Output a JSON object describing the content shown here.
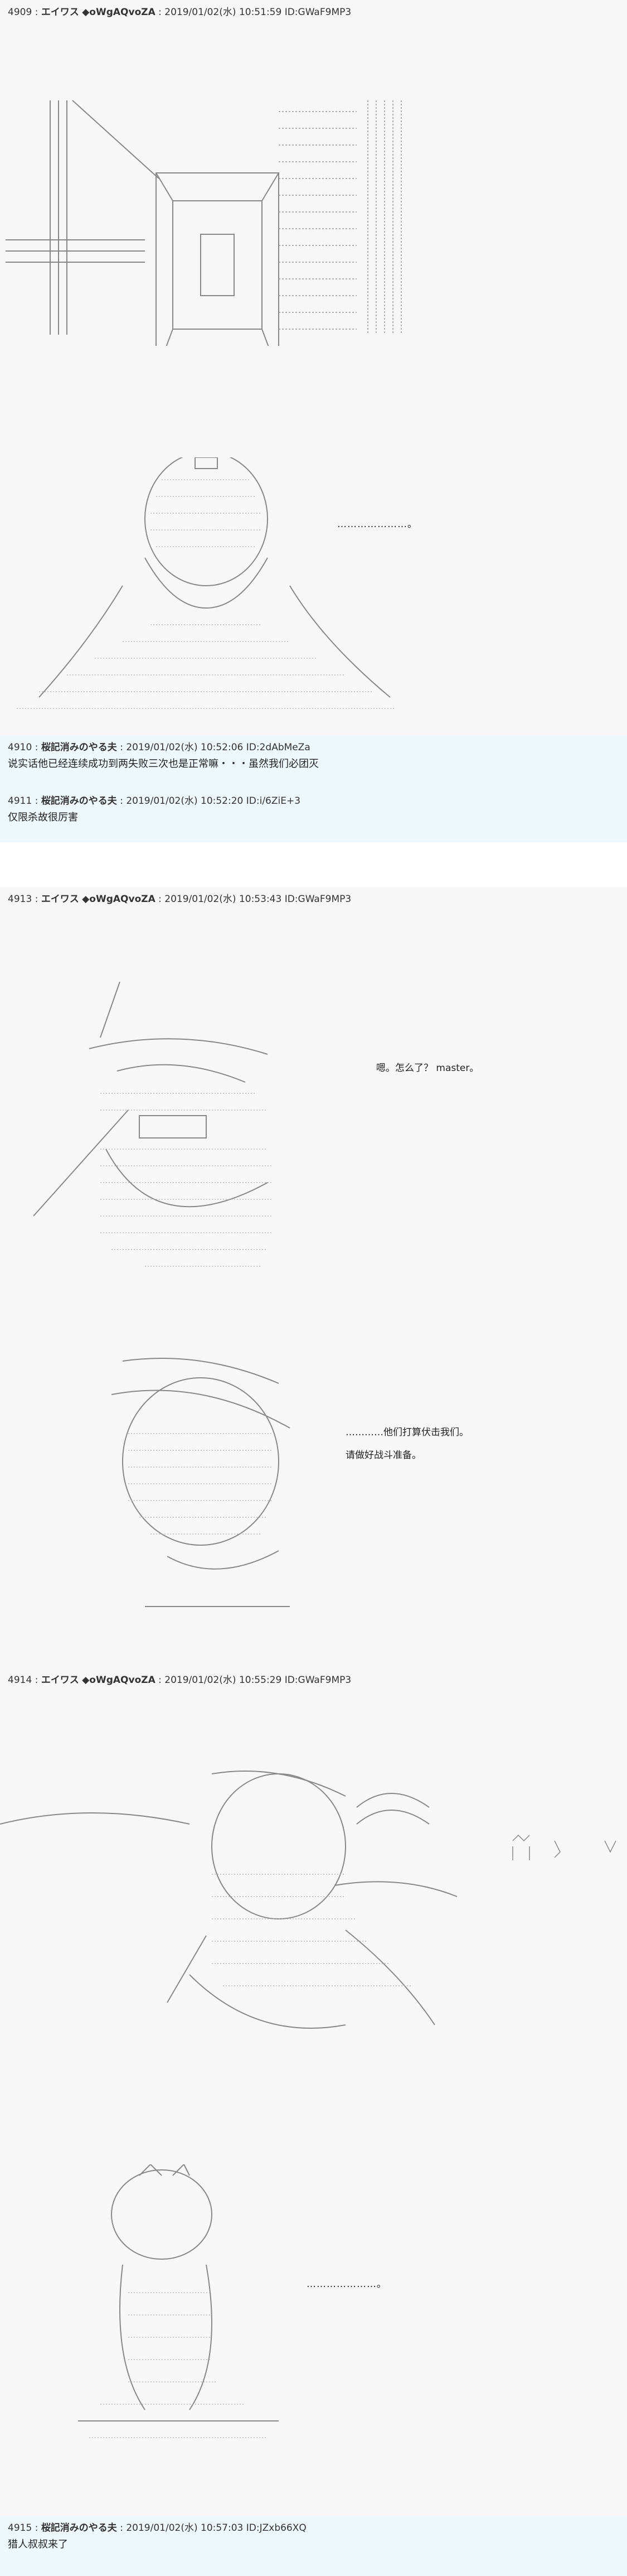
{
  "posts": [
    {
      "num": "4909",
      "name": "エイワス",
      "trip": "◆oWgAQvoZA",
      "meta": "2019/01/02(水) 10:51:59 ID:GWaF9MP3",
      "dialog": [
        "…………………。"
      ]
    },
    {
      "num": "4910",
      "name": "桜記消みのやる夫",
      "trip": "",
      "meta": "2019/01/02(水) 10:52:06 ID:2dAbMeZa",
      "body": "说实话他已经连续成功到两失败三次也是正常嘛・・・虽然我们必团灭"
    },
    {
      "num": "4911",
      "name": "桜記消みのやる夫",
      "trip": "",
      "meta": "2019/01/02(水) 10:52:20 ID:i/6ZiE+3",
      "body": "仅限杀故很厉害"
    },
    {
      "num": "4913",
      "name": "エイワス",
      "trip": "◆oWgAQvoZA",
      "meta": "2019/01/02(水) 10:53:43 ID:GWaF9MP3",
      "dialog1": "嗯。怎么了？ master。",
      "dialog2a": "…………他们打算伏击我们。",
      "dialog2b": "请做好战斗准备。"
    },
    {
      "num": "4914",
      "name": "エイワス",
      "trip": "◆oWgAQvoZA",
      "meta": "2019/01/02(水) 10:55:29 ID:GWaF9MP3",
      "dialog": "…………………。"
    },
    {
      "num": "4915",
      "name": "桜記消みのやる夫",
      "trip": "",
      "meta": "2019/01/02(水) 10:57:03 ID:JZxb66XQ",
      "body": "猎人叔叔来了"
    }
  ]
}
